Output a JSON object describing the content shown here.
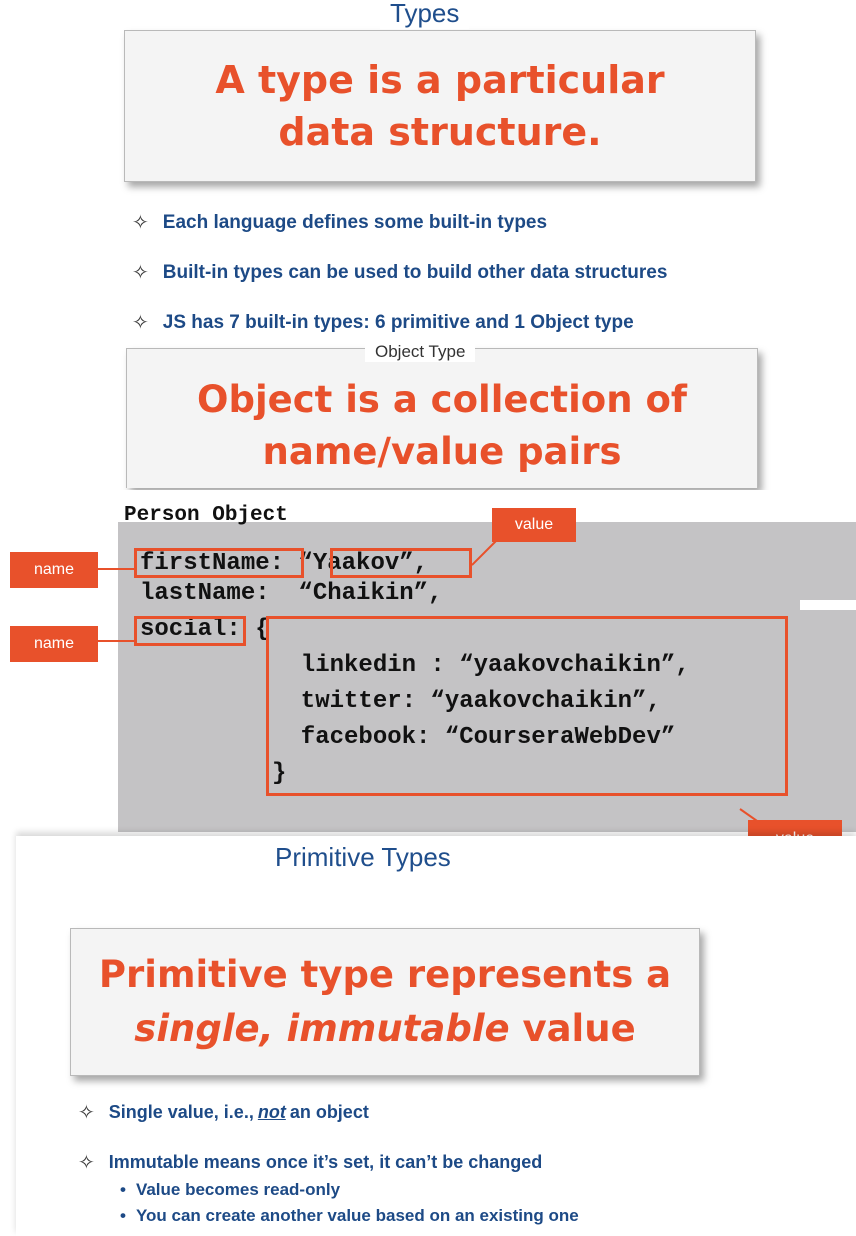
{
  "slide1": {
    "heading": "Types",
    "title_line1": "A type is a particular",
    "title_line2": "data structure.",
    "bullets": [
      "Each language defines some built-in types",
      "Built-in types can be used to build other data structures",
      "JS has 7 built-in types: 6 primitive and 1 Object type"
    ]
  },
  "slide2": {
    "heading": "Object Type",
    "title_line1": "Object is a collection of",
    "title_line2": "name/value pairs"
  },
  "slide3": {
    "code_title": "Person Object",
    "lines": [
      "firstName: “Yaakov”,",
      "lastName:  “Chaikin”,",
      "social: {",
      "  linkedin : “yaakovchaikin”,",
      "  twitter: “yaakovchaikin”,",
      "  facebook: “CourseraWebDev”",
      "}"
    ],
    "tags": {
      "name": "name",
      "value": "value"
    }
  },
  "slide4": {
    "heading": "Primitive Types",
    "title_line1": "Primitive type represents a",
    "title_line2_italic": "single, immutable",
    "title_line2_rest": " value",
    "bullet1_pre": "Single value, i.e., ",
    "bullet1_em": "not",
    "bullet1_post": " an object",
    "bullet2": "Immutable means once it’s set, it can’t be changed",
    "subs": [
      "Value becomes read-only",
      "You can create another value based on an existing one"
    ]
  },
  "symbols": {
    "bullet": "✧",
    "sub_bullet": "•"
  },
  "colors": {
    "accent": "#e8512b",
    "text_blue": "#1d4a86",
    "code_bg": "#c4c3c5"
  }
}
